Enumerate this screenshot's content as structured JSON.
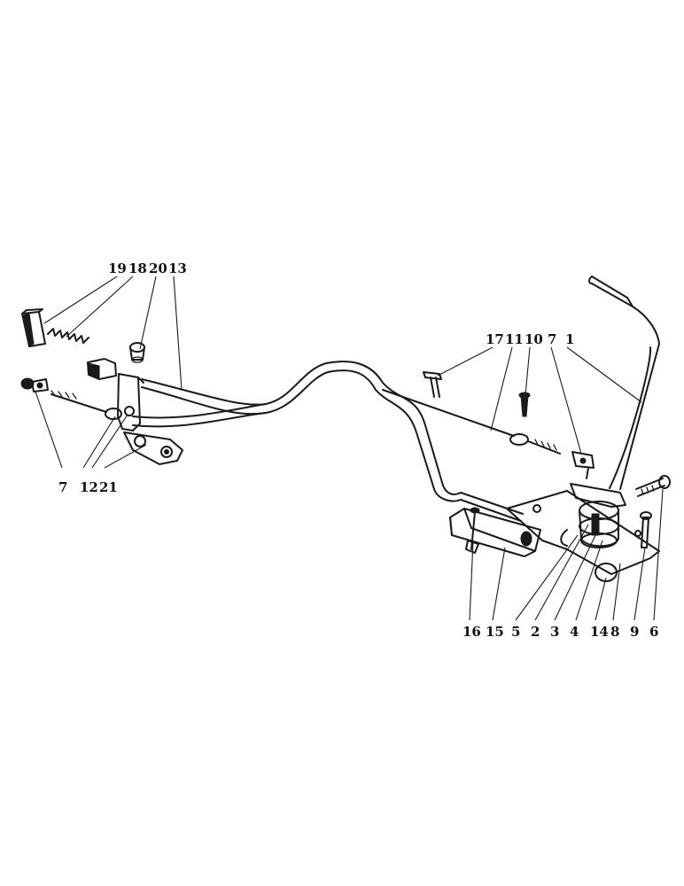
{
  "callouts": {
    "top_left": [
      "19",
      "18",
      "20",
      "13"
    ],
    "bottom_left": [
      "7",
      "12",
      "21"
    ],
    "top_right": [
      "17",
      "11",
      "10",
      "7",
      "1"
    ],
    "bottom_right": [
      "16",
      "15",
      "5",
      "2",
      "3",
      "4",
      "14",
      "8",
      "9",
      "6"
    ]
  }
}
